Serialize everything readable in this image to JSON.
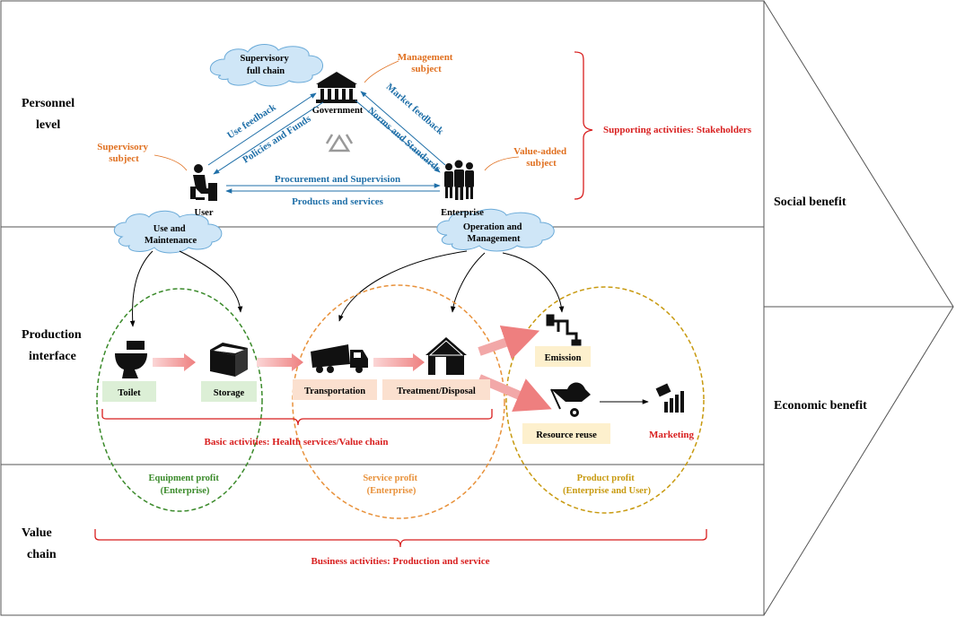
{
  "rows": {
    "personnel": [
      "Personnel",
      "level"
    ],
    "production": [
      "Production",
      "interface"
    ],
    "value": [
      "Value",
      "chain"
    ]
  },
  "benefits": {
    "social": "Social benefit",
    "economic": "Economic benefit"
  },
  "actors": {
    "government": "Government",
    "user": "User",
    "enterprise": "Enterprise"
  },
  "clouds": {
    "supervisory": [
      "Supervisory",
      "full chain"
    ],
    "use_maintenance": [
      "Use and",
      "Maintenance"
    ],
    "operation": [
      "Operation and",
      "Management"
    ]
  },
  "subjects": {
    "management": [
      "Management",
      "subject"
    ],
    "supervisory": [
      "Supervisory",
      "subject"
    ],
    "value_added": [
      "Value-added",
      "subject"
    ]
  },
  "flows": {
    "use_feedback": "Use feedback",
    "policies_funds": "Policies and Funds",
    "market_feedback": "Market feedback",
    "norms_standards": "Norms and Standards",
    "procurement": "Procurement and Supervision",
    "products_services": "Products and services"
  },
  "supporting": "Supporting activities: Stakeholders",
  "steps": {
    "toilet": "Toilet",
    "storage": "Storage",
    "transportation": "Transportation",
    "treatment": "Treatment/Disposal",
    "emission": "Emission",
    "resource_reuse": "Resource reuse",
    "marketing": "Marketing"
  },
  "basic": "Basic activities: Health services/Value chain",
  "profits": {
    "equipment": [
      "Equipment profit",
      "(Enterprise)"
    ],
    "service": [
      "Service profit",
      "(Enterprise)"
    ],
    "product": [
      "Product profit",
      "(Enterprise and User)"
    ]
  },
  "business": "Business activities: Production and service",
  "colors": {
    "blue": "#1f6fa8",
    "orange": "#e07020",
    "red": "#d81e1e",
    "green": "#3a8a2a",
    "gold": "#c89a10",
    "cloud": "#cfe6f7",
    "step_green": "#dcefd6",
    "step_peach": "#fbe0cf",
    "step_yellow": "#fdf0cd",
    "arrow_pink": "#f08a8a"
  },
  "icons": [
    "government-building-icon",
    "user-toilet-icon",
    "enterprise-people-icon",
    "recycle-icon",
    "toilet-icon",
    "storage-tank-icon",
    "truck-icon",
    "house-icon",
    "emission-pipe-icon",
    "wheelbarrow-icon",
    "money-chart-icon"
  ]
}
